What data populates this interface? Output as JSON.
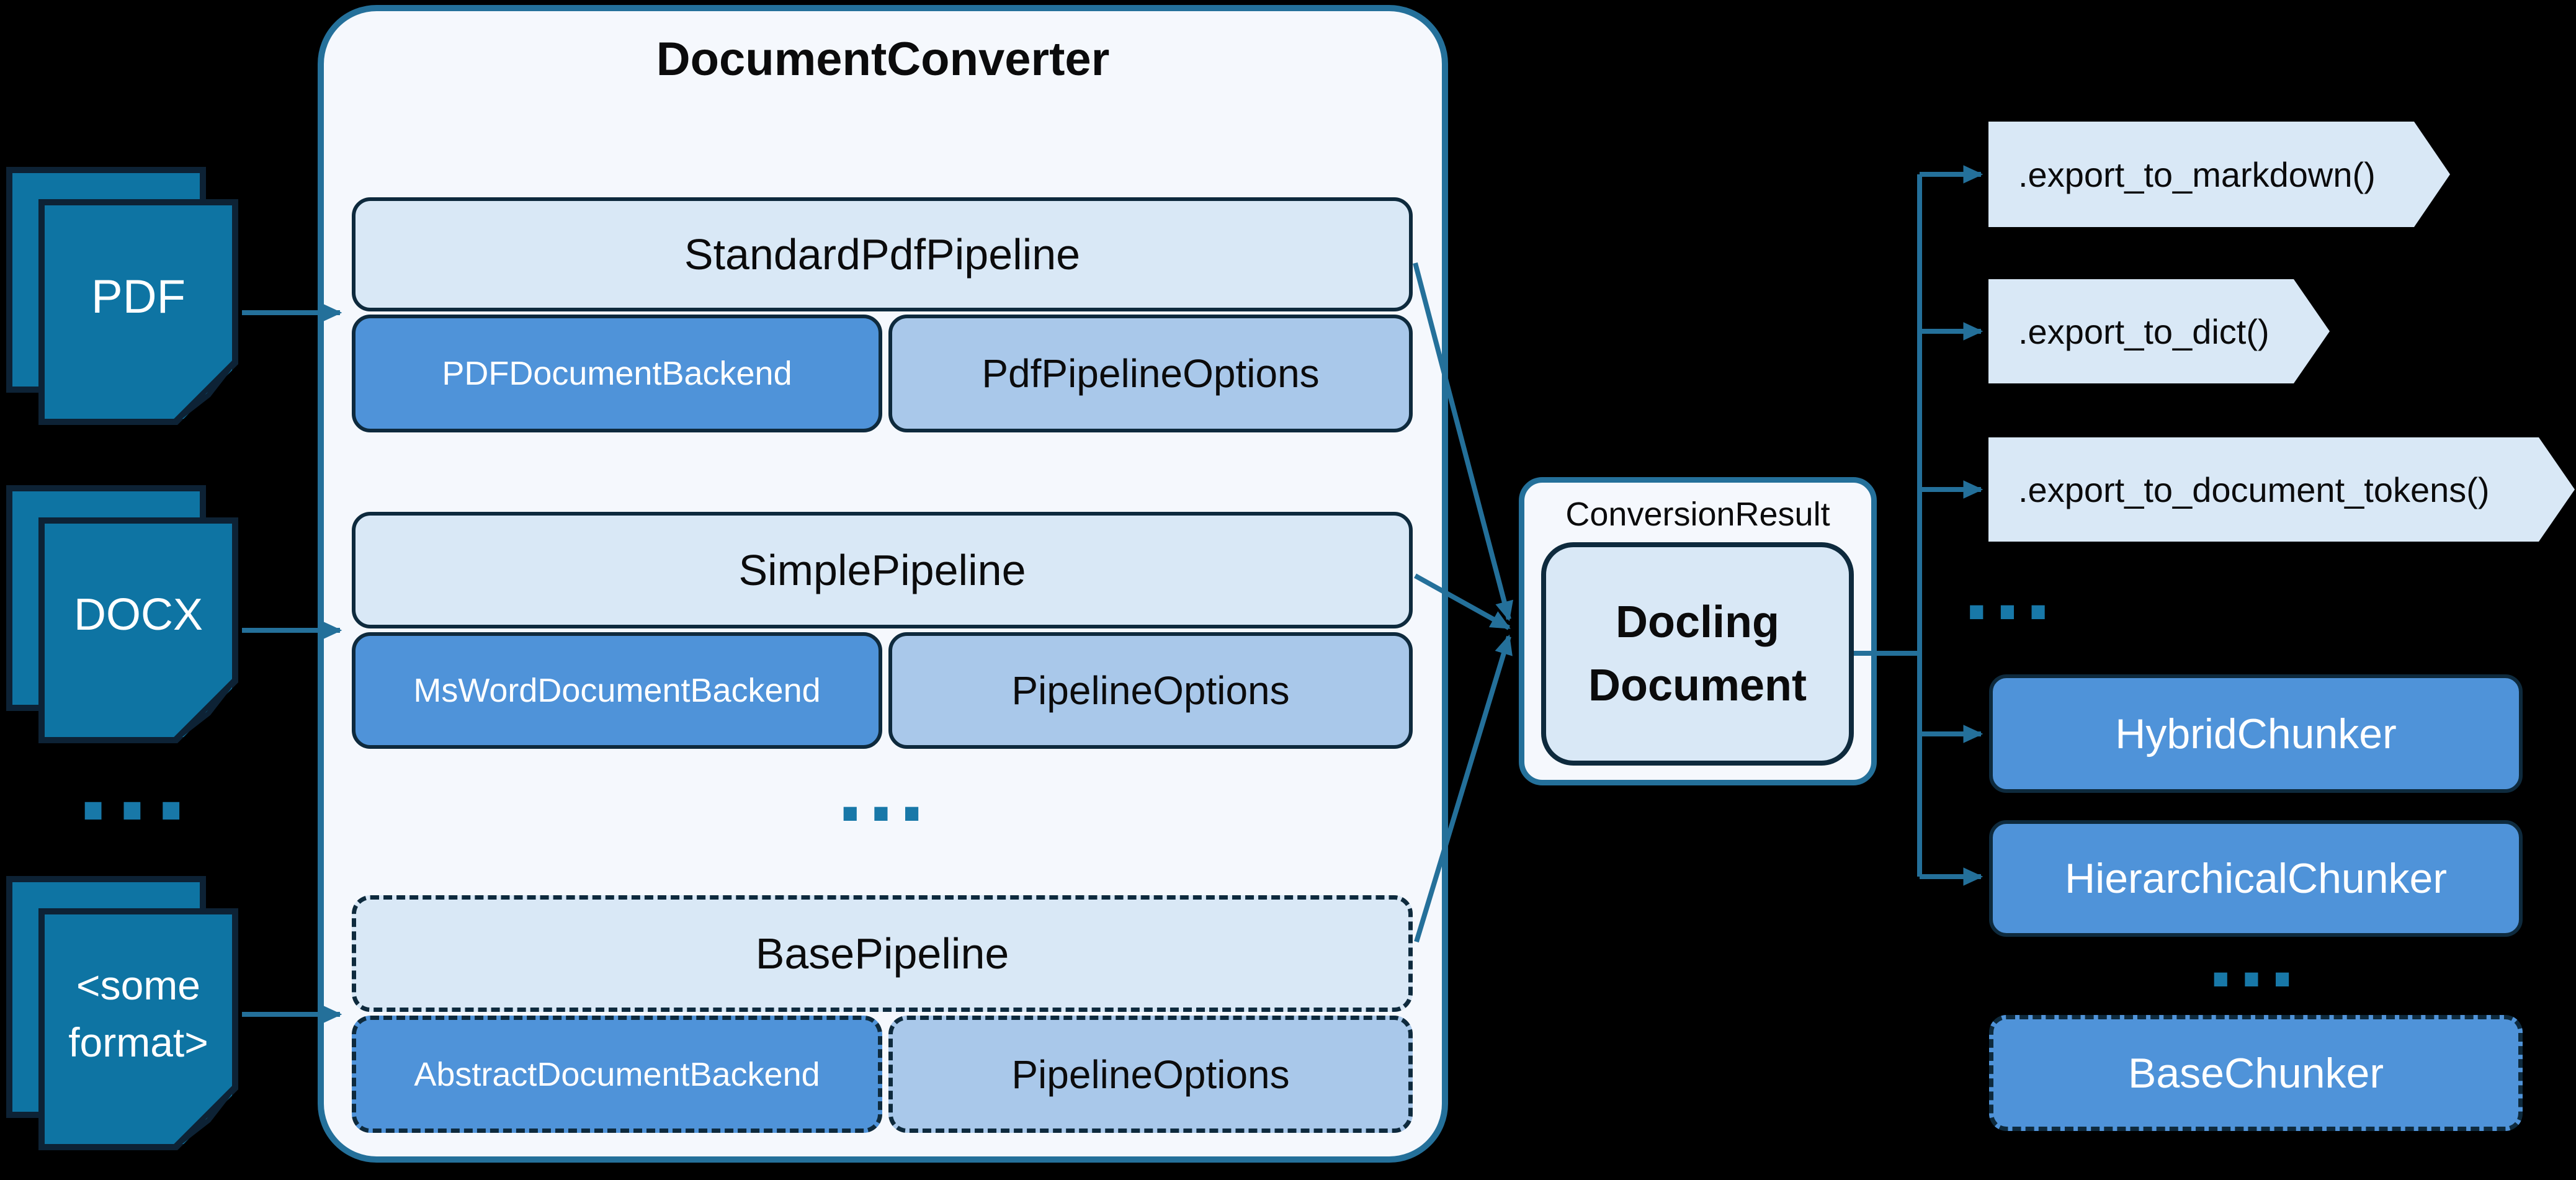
{
  "colors": {
    "bg": "#000000",
    "pageTeal": "#0e74a3",
    "pageBorder": "#0d2235",
    "navy": "#0e2a3d",
    "teal": "#24709a",
    "lightBlue": "#d9e8f6",
    "paleBlue": "#a9c8ea",
    "midBlue": "#4f93d9",
    "panelBg": "#f5f8fd",
    "dots": "#1878a8",
    "textDark": "#0b0b0c",
    "textLight": "#ffffff"
  },
  "inputs": {
    "pdf": {
      "label": "PDF"
    },
    "docx": {
      "label": "DOCX"
    },
    "someformat": {
      "label_line1": "<some",
      "label_line2": "format>"
    },
    "ellipsis": "..."
  },
  "converter": {
    "title": "DocumentConverter",
    "rows": [
      {
        "pipeline": "StandardPdfPipeline",
        "backend": "PDFDocumentBackend",
        "options": "PdfPipelineOptions"
      },
      {
        "pipeline": "SimplePipeline",
        "backend": "MsWordDocumentBackend",
        "options": "PipelineOptions"
      },
      {
        "pipeline": "BasePipeline",
        "backend": "AbstractDocumentBackend",
        "options": "PipelineOptions"
      }
    ],
    "ellipsis": "..."
  },
  "result": {
    "label": "ConversionResult",
    "document_line1": "Docling",
    "document_line2": "Document"
  },
  "exports": {
    "items": [
      ".export_to_markdown()",
      ".export_to_dict()",
      ".export_to_document_tokens()"
    ],
    "ellipsis": "..."
  },
  "chunkers": {
    "items": [
      "HybridChunker",
      "HierarchicalChunker"
    ],
    "ellipsis": "...",
    "base": "BaseChunker"
  }
}
